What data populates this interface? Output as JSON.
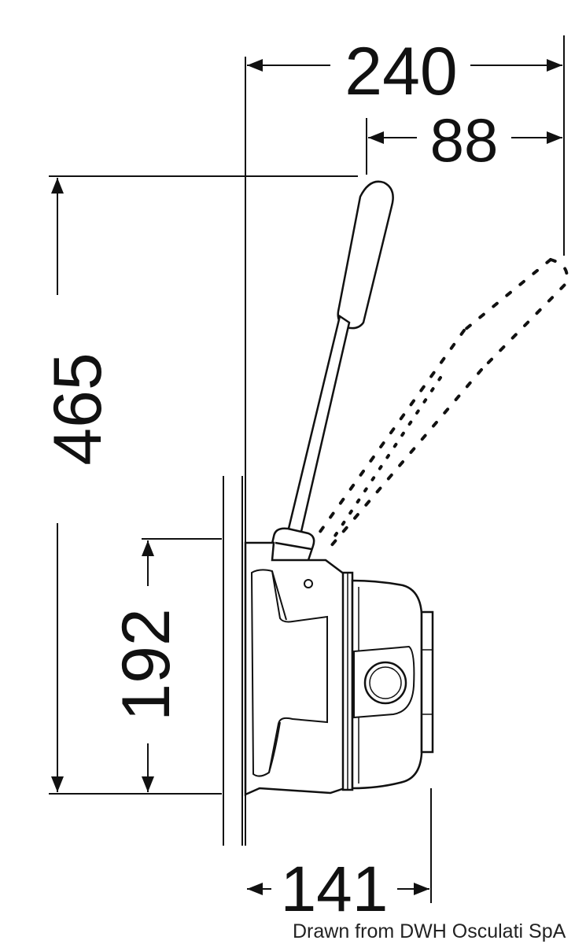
{
  "dimensions": {
    "overall_width": "240",
    "handle_offset": "88",
    "overall_height": "465",
    "body_height": "192",
    "body_depth": "141"
  },
  "credit": "Drawn from DWH Osculati SpA",
  "colors": {
    "line": "#111111",
    "background": "#ffffff"
  }
}
